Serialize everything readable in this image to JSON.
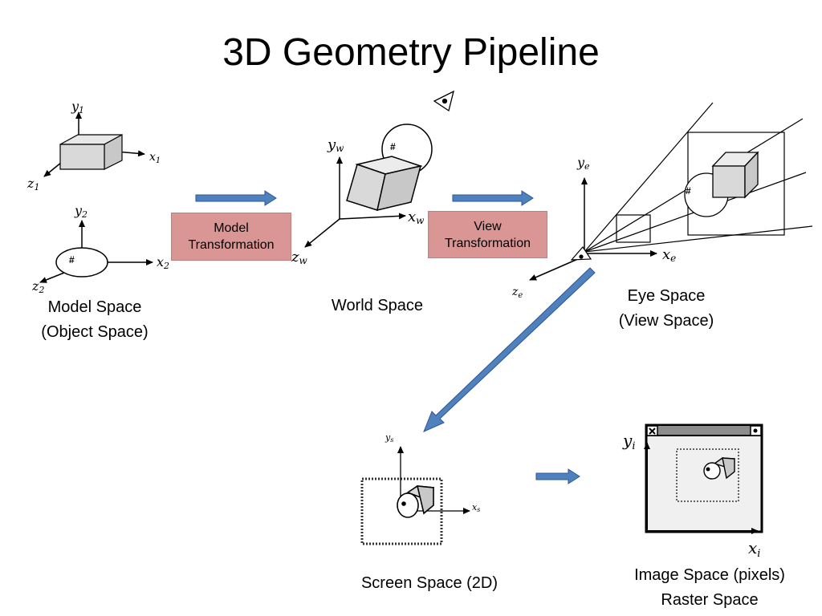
{
  "title": "3D Geometry Pipeline",
  "spaces": {
    "model": {
      "line1": "Model Space",
      "line2": "(Object Space)"
    },
    "world": {
      "label": "World Space"
    },
    "eye": {
      "line1": "Eye Space",
      "line2": "(View Space)"
    },
    "screen": {
      "label": "Screen Space (2D)"
    },
    "image": {
      "line1": "Image Space (pixels)",
      "line2": "Raster Space"
    }
  },
  "transforms": {
    "model": {
      "line1": "Model",
      "line2": "Transformation"
    },
    "view": {
      "line1": "View",
      "line2": "Transformation"
    }
  },
  "axes": {
    "y1": "y",
    "y1_sub": "1",
    "x1": "x",
    "x1_sub": "1",
    "z1": "z",
    "z1_sub": "1",
    "y2": "y",
    "y2_sub": "2",
    "x2": "x",
    "x2_sub": "2",
    "z2": "z",
    "z2_sub": "2",
    "yw": "y",
    "yw_sub": "w",
    "xw": "x",
    "xw_sub": "w",
    "zw": "z",
    "zw_sub": "w",
    "ye": "y",
    "ye_sub": "e",
    "xe": "x",
    "xe_sub": "e",
    "ze": "z",
    "ze_sub": "e",
    "ys": "y",
    "ys_sub": "s",
    "xs": "x",
    "xs_sub": "s",
    "yi": "y",
    "yi_sub": "i",
    "xi": "x",
    "xi_sub": "i"
  },
  "colors": {
    "arrow": "#4f81bd",
    "arrow_edge": "#2f5597",
    "transform_box": "#d99694",
    "cube": "#d9d9d9"
  },
  "icons": {
    "viewer": "eye-icon",
    "window_close": "close-icon"
  }
}
